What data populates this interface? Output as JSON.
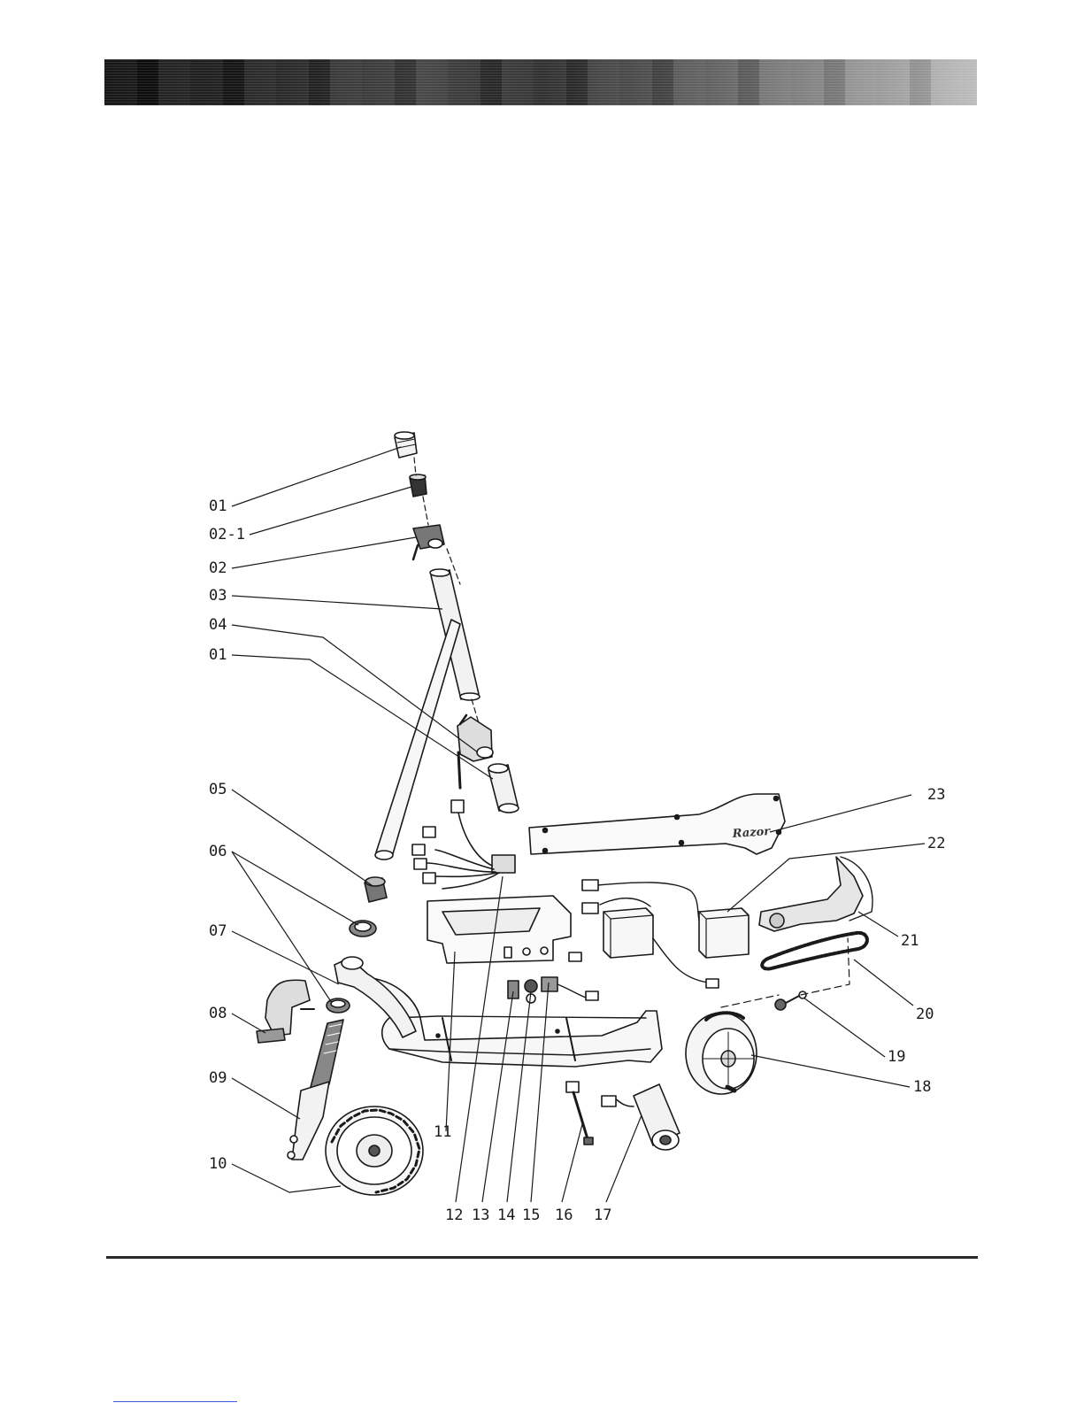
{
  "diagram": {
    "callouts": [
      "01",
      "02-1",
      "02",
      "03",
      "04",
      "01",
      "05",
      "06",
      "07",
      "08",
      "09",
      "10",
      "11",
      "12",
      "13",
      "14",
      "15",
      "16",
      "17",
      "18",
      "19",
      "20",
      "21",
      "22",
      "23"
    ],
    "deck_brand": "Razor"
  },
  "colors": {
    "line": "#1a1a1a",
    "part_fill": "#f2f2f2",
    "dark_fill": "#555555"
  }
}
